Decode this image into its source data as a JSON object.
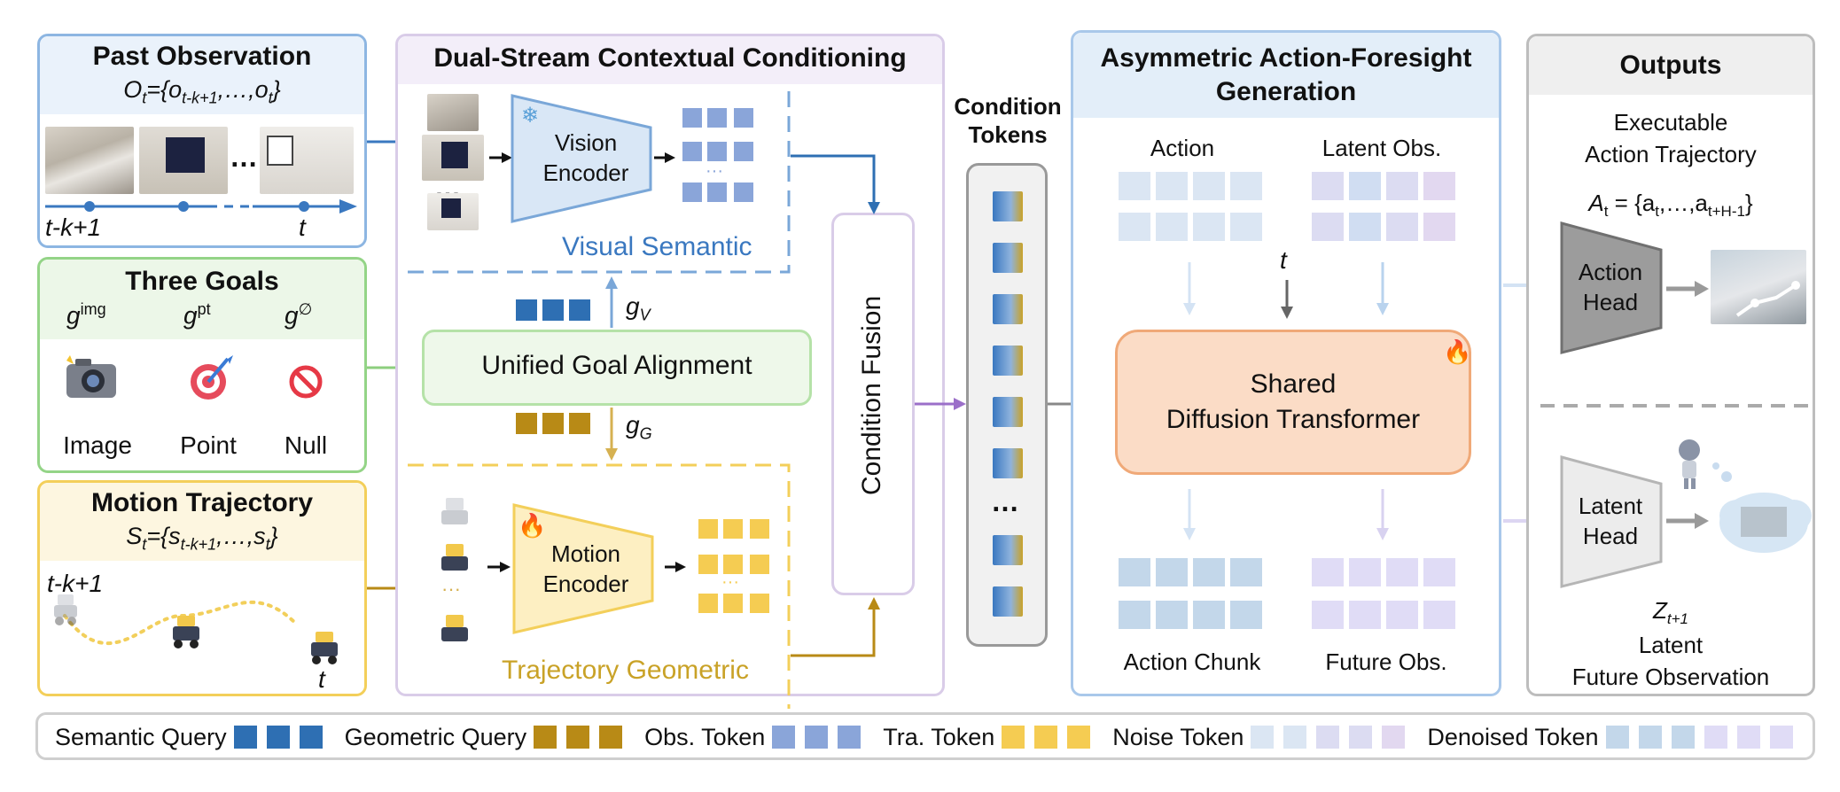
{
  "past_observation": {
    "title": "Past Observation",
    "formula": "O",
    "formula_sub": "t",
    "formula_rest": "={o",
    "formula_sub2": "t-k+1",
    "formula_rest2": ",…,o",
    "formula_sub3": "t",
    "formula_end": "}",
    "ellipsis": "…",
    "axis_start": "t-k+1",
    "axis_end": "t"
  },
  "three_goals": {
    "title": "Three Goals",
    "goal_img": "img",
    "goal_pt": "pt",
    "goal_null": "∅",
    "goal_letter": "g",
    "items": [
      "Image",
      "Point",
      "Null"
    ]
  },
  "motion_trajectory": {
    "title": "Motion Trajectory",
    "formula": "S",
    "formula_sub": "t",
    "formula_rest": "={s",
    "formula_sub2": "t-k+1",
    "formula_rest2": ",…,s",
    "formula_sub3": "t",
    "formula_end": "}",
    "start_label": "t-k+1",
    "end_label": "t"
  },
  "dual_stream": {
    "title": "Dual-Stream Contextual Conditioning",
    "vision_encoder": [
      "Vision",
      "Encoder"
    ],
    "visual_semantic": "Visual Semantic",
    "unified_goal": "Unified Goal Alignment",
    "gv": "g",
    "gv_sub": "V",
    "gg": "g",
    "gg_sub": "G",
    "motion_encoder": [
      "Motion",
      "Encoder"
    ],
    "trajectory_geometric": "Trajectory Geometric",
    "condition_fusion": "Condition Fusion",
    "ellipsis": "…"
  },
  "condition_tokens": {
    "title": [
      "Condition",
      "Tokens"
    ],
    "ellipsis": "…"
  },
  "asymmetric": {
    "title": [
      "Asymmetric Action-Foresight",
      "Generation"
    ],
    "action": "Action",
    "latent_obs": "Latent Obs.",
    "t_label": "t",
    "dit": [
      "Shared",
      "Diffusion Transformer"
    ],
    "action_chunk": "Action Chunk",
    "future_obs": "Future Obs."
  },
  "outputs": {
    "title": "Outputs",
    "exec_traj": [
      "Executable",
      "Action Trajectory"
    ],
    "traj_formula_A": "A",
    "traj_formula_sub": "t",
    "traj_formula_rest": " = {a",
    "traj_formula_sub2": "t",
    "traj_formula_rest2": ",…,a",
    "traj_formula_sub3": "t+H-1",
    "traj_formula_end": "}",
    "action_head": [
      "Action",
      "Head"
    ],
    "latent_head": [
      "Latent",
      "Head"
    ],
    "z_label": "Z",
    "z_sub": "t+1",
    "latent_future": [
      "Latent",
      "Future Observation"
    ]
  },
  "legend": {
    "semantic_query": "Semantic Query",
    "geometric_query": "Geometric Query",
    "obs_token": "Obs. Token",
    "tra_token": "Tra. Token",
    "noise_token": "Noise Token",
    "denoised_token": "Denoised Token"
  },
  "colors": {
    "blue_border": "#7aa7d8",
    "green_border": "#8ccf7e",
    "yellow_border": "#f3cf5a",
    "purple_border": "#c8b8dc",
    "semantic_query": "#2e6fb3",
    "geometric_query": "#b88a16",
    "obs_token": "#8aa5d9",
    "tra_token": "#f5cc52",
    "dit_fill": "#fbdcc6",
    "dit_border": "#f0a978"
  },
  "icons": [
    "snowflake-icon",
    "fire-icon",
    "camera-icon",
    "target-icon",
    "prohibited-icon",
    "robot-icon"
  ]
}
